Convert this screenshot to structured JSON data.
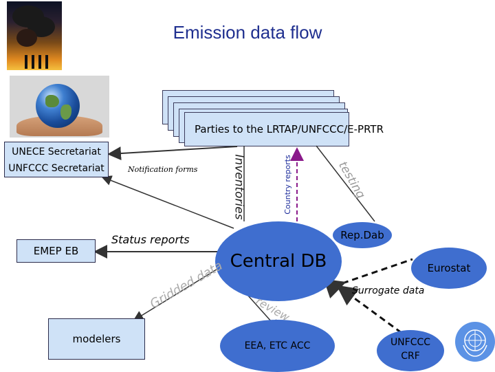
{
  "title": "Emission data flow",
  "parties_label": "Parties to the LRTAP/UNFCCC/E-PRTR",
  "secretariat_lines": [
    "UNECE  Secretariat",
    "UNFCCC  Secretariat"
  ],
  "emep_label": "EMEP EB",
  "modelers_label": "modelers",
  "central_db_label": "Central DB",
  "eea_label": "EEA, ETC ACC",
  "repdab_label": "Rep.Dab",
  "eurostat_label": "Eurostat",
  "crf_lines": [
    "UNFCCC",
    "CRF"
  ],
  "flow_labels": {
    "notification": "Notification forms",
    "inventories": "Inventories",
    "country_reports": "Country reports",
    "testing": "testing",
    "status_reports": "Status reports",
    "gridded_data": "Gridded data",
    "review": "review",
    "surrogate_data": "Surrogate data"
  },
  "colors": {
    "title": "#1f2f8f",
    "box_fill": "#cfe2f7",
    "ellipse_fill": "#3f6ecf",
    "country_reports_arrow": "#8a1a8a",
    "arrows": "#333333"
  },
  "icons": {
    "photo_top": "smokestack-photo",
    "photo_bottom": "earth-in-hands-photo",
    "logo": "un-emblem"
  }
}
